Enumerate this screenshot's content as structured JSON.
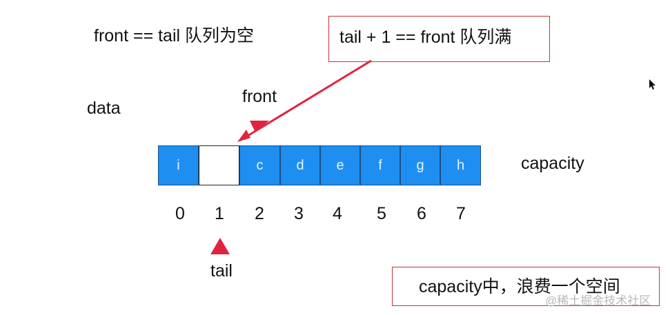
{
  "labels": {
    "empty_condition": "front == tail 队列为空",
    "full_condition": "tail + 1 == front 队列满",
    "data": "data",
    "capacity": "capacity",
    "front": "front",
    "tail": "tail",
    "note": "capacity中，浪费一个空间"
  },
  "array": {
    "cells": [
      "i",
      "",
      "c",
      "d",
      "e",
      "f",
      "g",
      "h"
    ],
    "indices": [
      "0",
      "1",
      "2",
      "3",
      "4",
      "5",
      "6",
      "7"
    ],
    "empty_index": 1
  },
  "colors": {
    "cell_fill": "#1e8ff0",
    "marker": "#e0243f",
    "box_border": "#c8323a"
  },
  "watermark": "@稀土掘金技术社区"
}
